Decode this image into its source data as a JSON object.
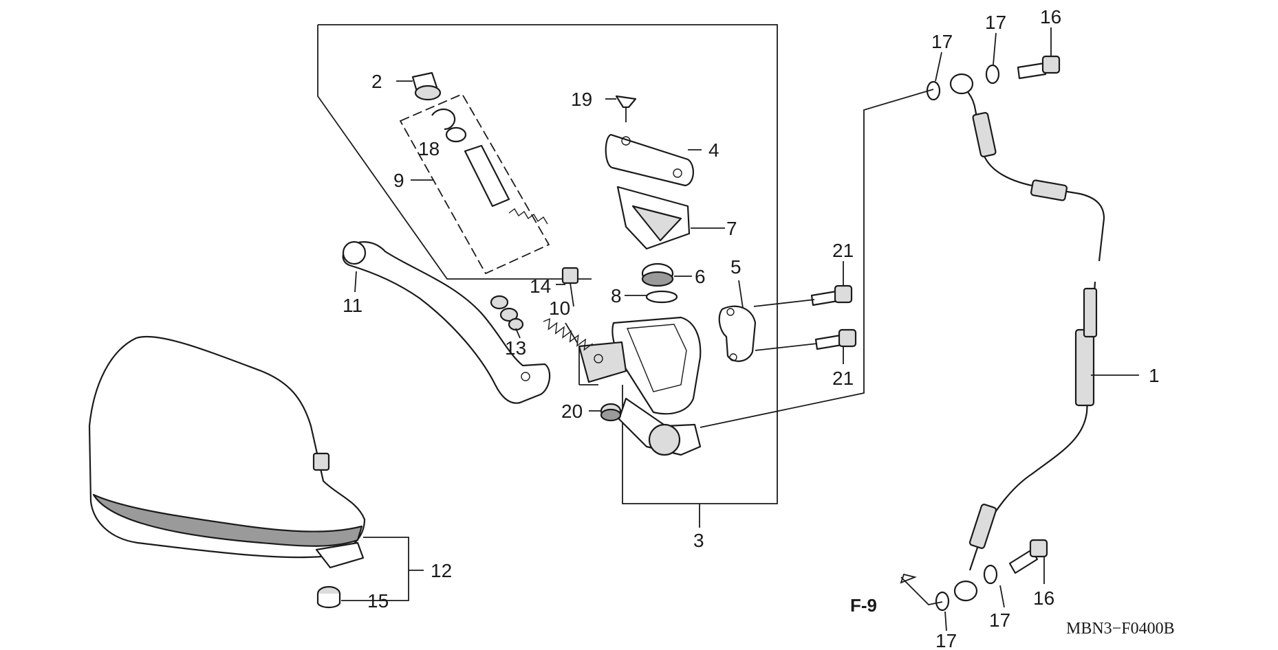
{
  "diagram": {
    "code": "MBN3−F0400B",
    "reference": "F-9",
    "callouts": [
      "1",
      "2",
      "3",
      "4",
      "5",
      "6",
      "7",
      "8",
      "9",
      "10",
      "11",
      "12",
      "13",
      "14",
      "15",
      "16",
      "16",
      "17",
      "17",
      "17",
      "17",
      "18",
      "19",
      "20",
      "21",
      "21"
    ]
  },
  "colors": {
    "ink": "#1a1a1a",
    "paper": "#ffffff",
    "shade": "#9a9a9a"
  }
}
